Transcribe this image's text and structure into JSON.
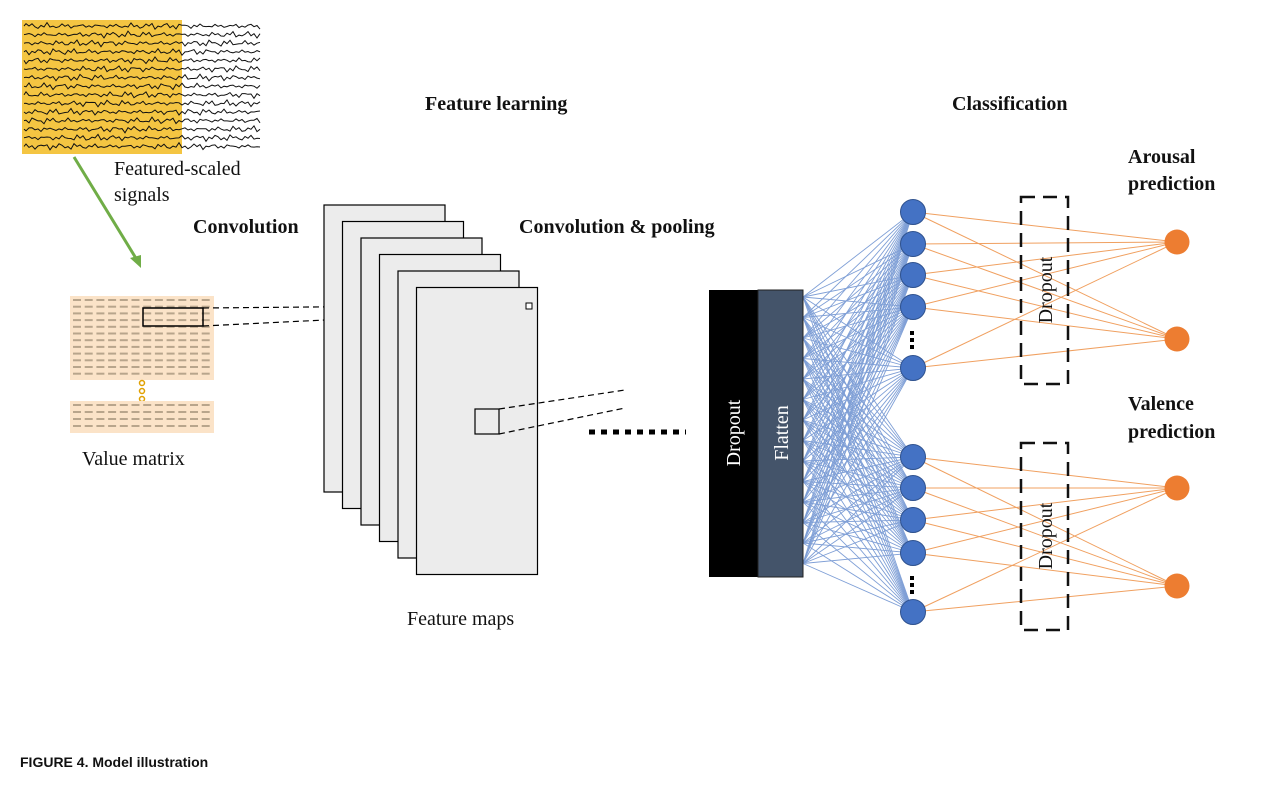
{
  "headers": {
    "feature_learning": "Feature learning",
    "classification": "Classification"
  },
  "labels": {
    "featured_scaled_line1": "Featured-scaled",
    "featured_scaled_line2": "signals",
    "convolution": "Convolution",
    "convolution_pooling": "Convolution & pooling",
    "value_matrix": "Value matrix",
    "feature_maps": "Feature maps",
    "dropout_block": "Dropout",
    "flatten_block": "Flatten",
    "dropout_top": "Dropout",
    "dropout_bottom": "Dropout",
    "arousal_line1": "Arousal",
    "arousal_line2": "prediction",
    "valence_line1": "Valence",
    "valence_line2": "prediction"
  },
  "caption": "FIGURE 4. Model illustration",
  "colors": {
    "signal_highlight": "#f4c542",
    "hidden_node": "#4472c4",
    "output_node": "#ed7d31",
    "blue_edge": "#7f9fd6",
    "orange_edge": "#f0a060",
    "dropout_block": "#000000",
    "flatten_block": "#44546a",
    "feature_map_fill": "#ececec",
    "matrix_fill": "#fbe3c8",
    "arrow": "#70ad47"
  }
}
